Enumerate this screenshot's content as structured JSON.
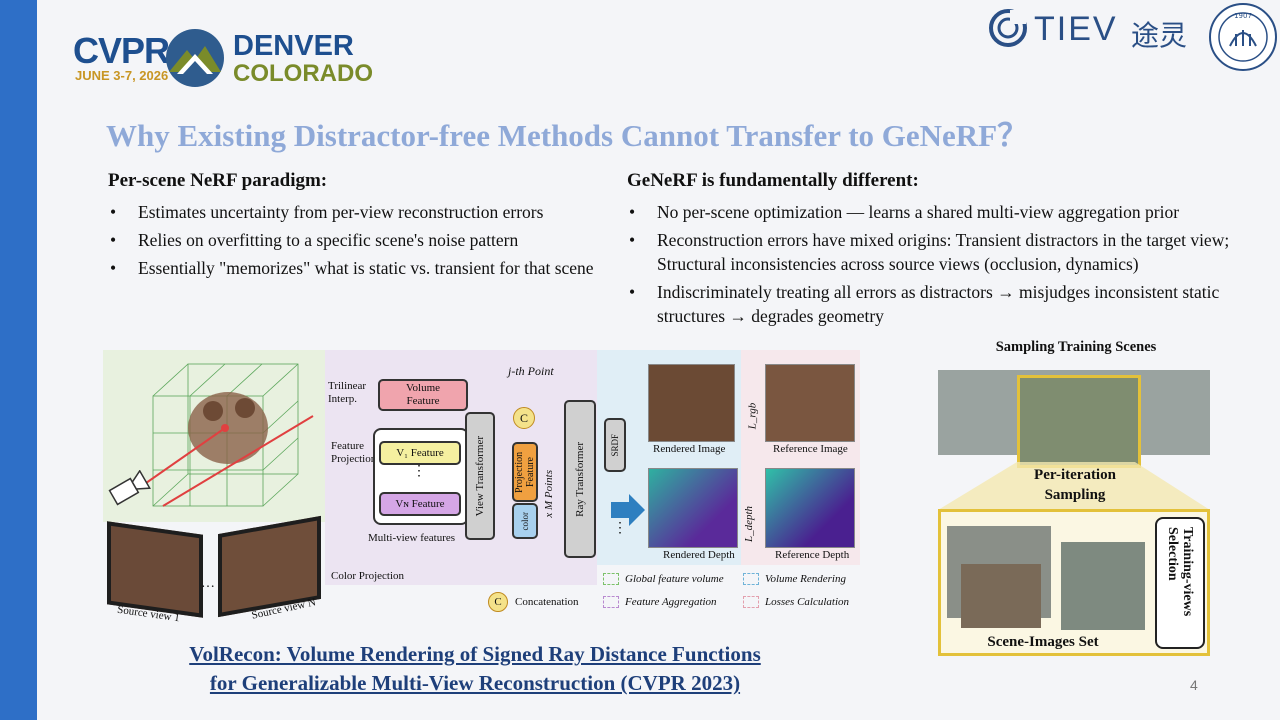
{
  "logo_left": {
    "name": "CVPR",
    "dates": "JUNE 3-7, 2026",
    "city": "DENVER",
    "state": "COLORADO"
  },
  "logo_right": {
    "name": "TIEV",
    "cn": "途灵",
    "seal_year": "1907"
  },
  "slide": {
    "title": "Why Existing Distractor-free Methods Cannot Transfer to GeNeRF？",
    "left_col": {
      "heading": "Per-scene NeRF paradigm:",
      "bullets": [
        "Estimates uncertainty from per-view reconstruction errors",
        "Relies on overfitting to a specific scene's noise pattern",
        "Essentially \"memorizes\" what is static vs. transient for that scene"
      ]
    },
    "right_col": {
      "heading": "GeNeRF is fundamentally different:",
      "bullets": [
        "No per-scene optimization — learns a shared multi-view aggregation prior",
        "Reconstruction errors have mixed origins: Transient distractors in the target view; Structural inconsistencies across source views (occlusion, dynamics)",
        "Indiscriminately treating all errors as distractors → misjudges inconsistent static structures → degrades geometry"
      ]
    },
    "page_number": "4"
  },
  "diagram": {
    "trilinear": "Trilinear\nInterp.",
    "volume_feature": "Volume\nFeature",
    "jth_point": "j-th Point",
    "feature_projection": "Feature\nProjection",
    "v1_feature": "V₁ Feature",
    "dots": "⋮",
    "vn_feature": "Vɴ Feature",
    "multiview": "Multi-view features",
    "view_transformer": "View Transformer",
    "projection_feature": "Projection Feature",
    "color": "color",
    "m_points": "x M Points",
    "ray_transformer": "Ray Transformer",
    "srdf": "SRDF",
    "rendered_image": "Rendered Image",
    "reference_image": "Reference Image",
    "rendered_depth": "Rendered Depth",
    "reference_depth": "Reference Depth",
    "l_rgb": "L_rgb",
    "l_depth": "L_depth",
    "color_projection": "Color Projection",
    "source_view_1": "Source view 1",
    "source_view_n": "Source view N",
    "concat_symbol": "C",
    "concatenation": "Concatenation",
    "legend": [
      {
        "label": "Global feature volume",
        "color": "#7cc16a"
      },
      {
        "label": "Volume Rendering",
        "color": "#6fb3d8"
      },
      {
        "label": "Feature Aggregation",
        "color": "#b98ad0"
      },
      {
        "label": "Losses Calculation",
        "color": "#e3a0ae"
      }
    ]
  },
  "caption": {
    "line1": "VolRecon: Volume Rendering of Signed Ray Distance Functions",
    "line2": "for Generalizable Multi-View Reconstruction (CVPR 2023)"
  },
  "sampling": {
    "title": "Sampling Training Scenes",
    "per_iteration": "Per-iteration\nSampling",
    "training_views": "Training-views Selection",
    "scene_images": "Scene-Images Set"
  }
}
